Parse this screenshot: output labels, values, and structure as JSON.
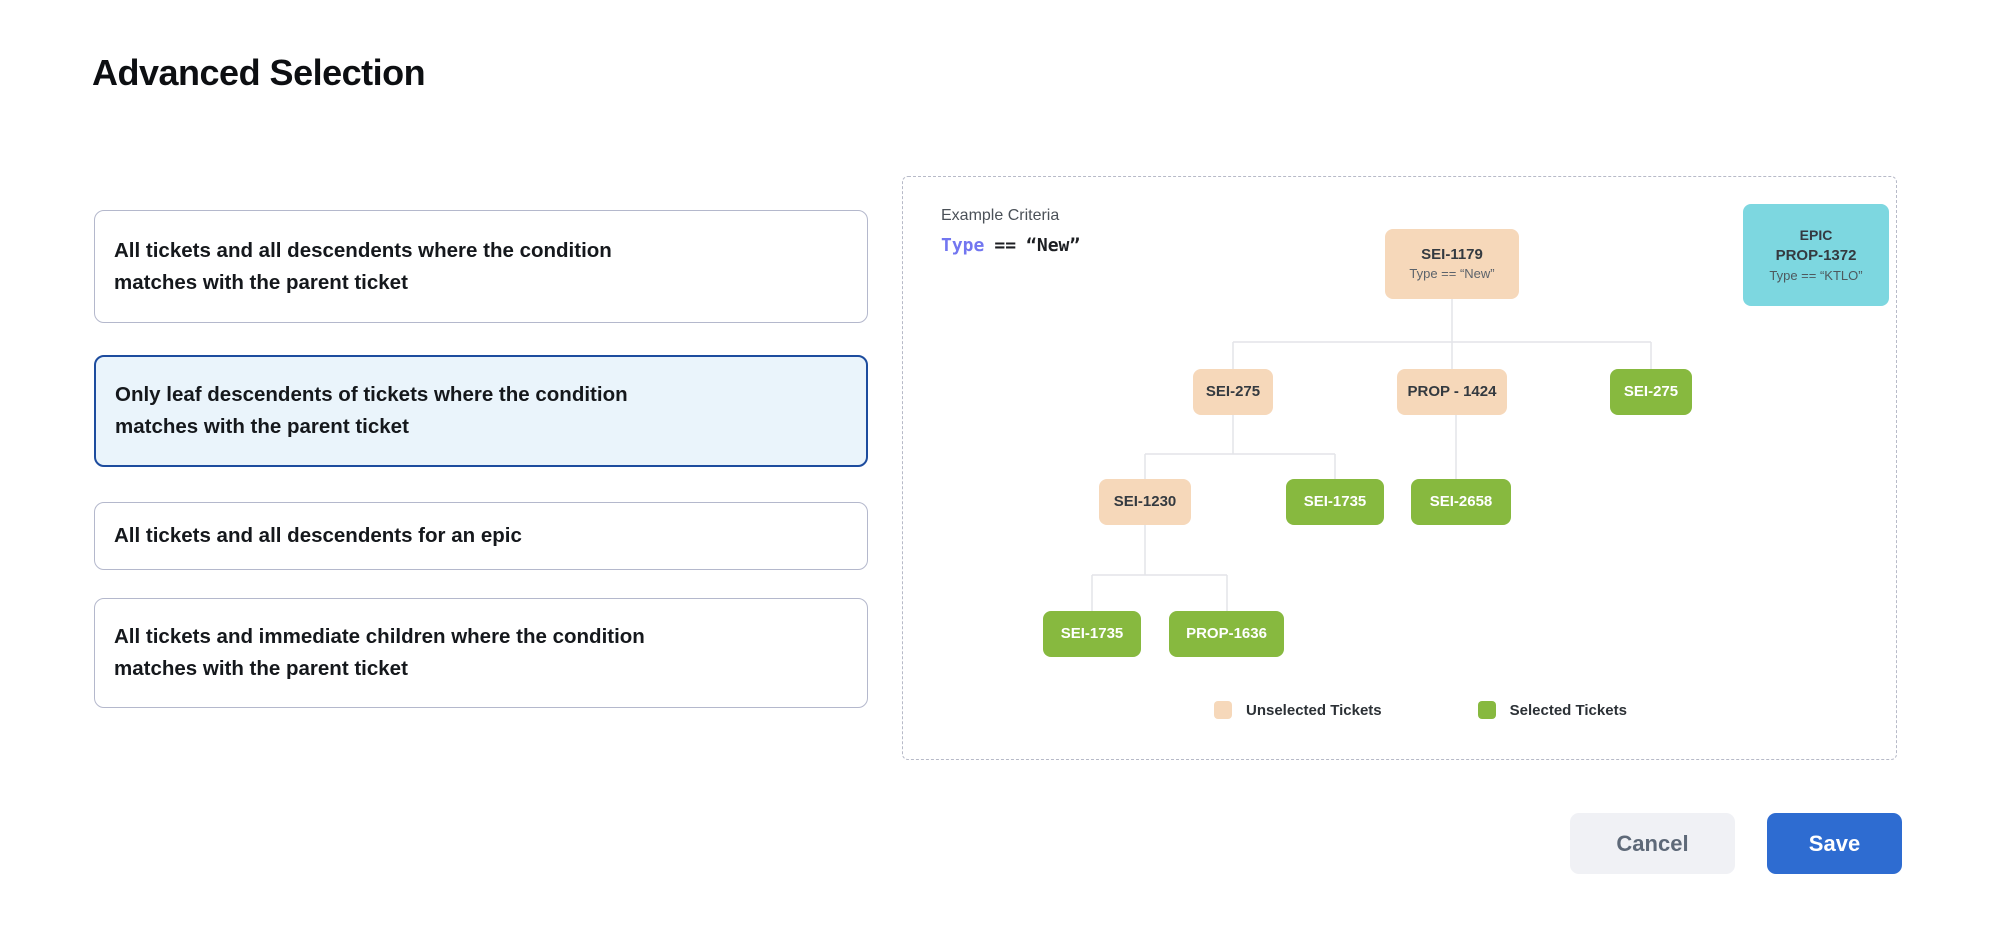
{
  "page": {
    "title": "Advanced Selection"
  },
  "options": [
    {
      "label": "All tickets and all descendents where the condition\nmatches with the parent ticket",
      "selected": false
    },
    {
      "label": "Only leaf descendents of tickets where the condition\nmatches with the parent ticket",
      "selected": true
    },
    {
      "label": "All tickets and all descendents for an epic",
      "selected": false
    },
    {
      "label": "All tickets and immediate children where the condition\nmatches with the parent ticket",
      "selected": false
    }
  ],
  "example_panel": {
    "heading": "Example Criteria",
    "criteria": {
      "field": "Type",
      "operator": "==",
      "value": "“New”"
    },
    "epic_card": {
      "kind": "EPIC",
      "id": "PROP-1372",
      "condition": "Type == “KTLO”"
    },
    "tree_nodes": [
      {
        "id": "SEI-1179",
        "condition": "Type == “New”",
        "state": "unselected"
      },
      {
        "id": "SEI-275",
        "state": "unselected"
      },
      {
        "id": "PROP - 1424",
        "state": "unselected"
      },
      {
        "id": "SEI-275",
        "state": "selected"
      },
      {
        "id": "SEI-1230",
        "state": "unselected"
      },
      {
        "id": "SEI-1735",
        "state": "selected"
      },
      {
        "id": "SEI-2658",
        "state": "selected"
      },
      {
        "id": "SEI-1735",
        "state": "selected"
      },
      {
        "id": "PROP-1636",
        "state": "selected"
      }
    ],
    "legend": [
      {
        "label": "Unselected Tickets",
        "color": "#F6D8BA"
      },
      {
        "label": "Selected Tickets",
        "color": "#87B93F"
      }
    ]
  },
  "footer": {
    "cancel_label": "Cancel",
    "save_label": "Save"
  },
  "colors": {
    "accent_blue": "#2E6CD1",
    "selected_card_border": "#1D4C9E",
    "selected_card_bg": "#EAF4FB",
    "unselected_node": "#F6D8BA",
    "selected_node": "#87B93F",
    "epic_node": "#7DD7E0",
    "criteria_field": "#7276F0"
  }
}
